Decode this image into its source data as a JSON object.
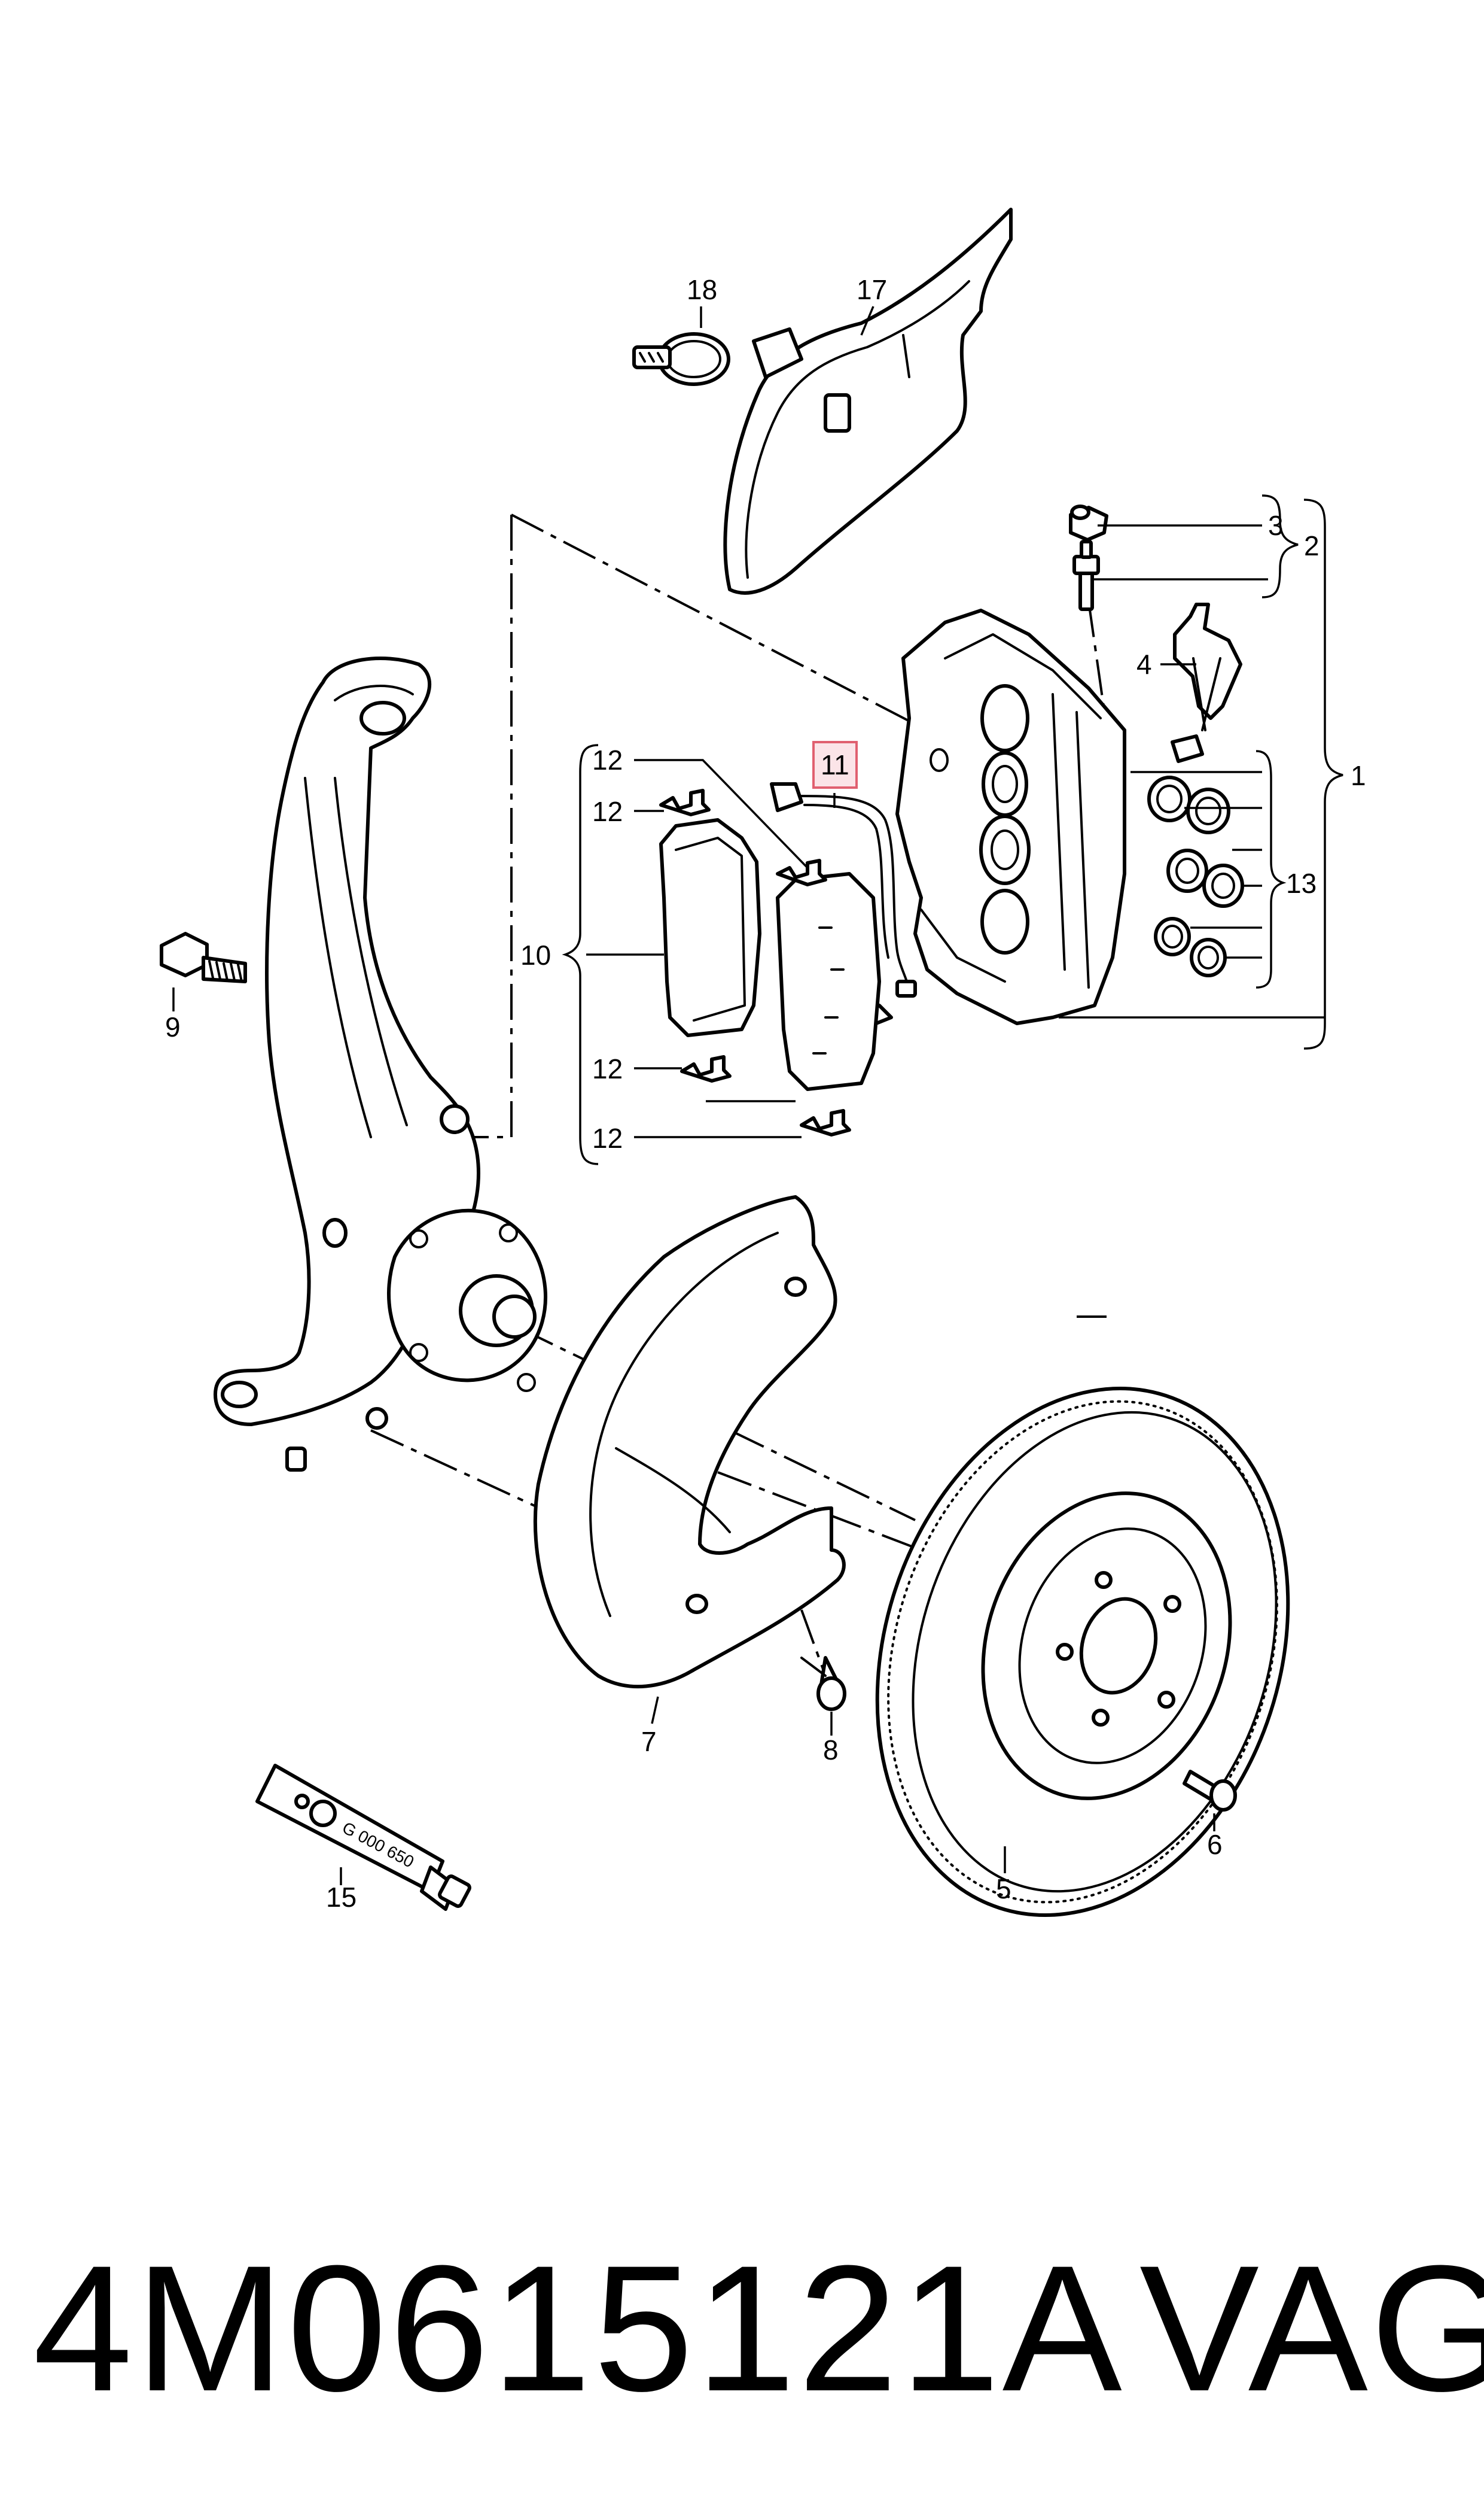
{
  "labels": {
    "l1": "1",
    "l2": "2",
    "l3": "3",
    "l4": "4",
    "l5": "5",
    "l6": "6",
    "l7": "7",
    "l8": "8",
    "l9": "9",
    "l10": "10",
    "l11": "11",
    "l12a": "12",
    "l12b": "12",
    "l12c": "12",
    "l12d": "12",
    "l13": "13",
    "l15": "15",
    "l17": "17",
    "l18": "18"
  },
  "tube_text": "G 000 650",
  "footer": {
    "part_number": "4M0615121A",
    "brand": "VAG"
  },
  "colors": {
    "highlight_box": "#e06070",
    "highlight_fill": "#fbe4e8"
  }
}
